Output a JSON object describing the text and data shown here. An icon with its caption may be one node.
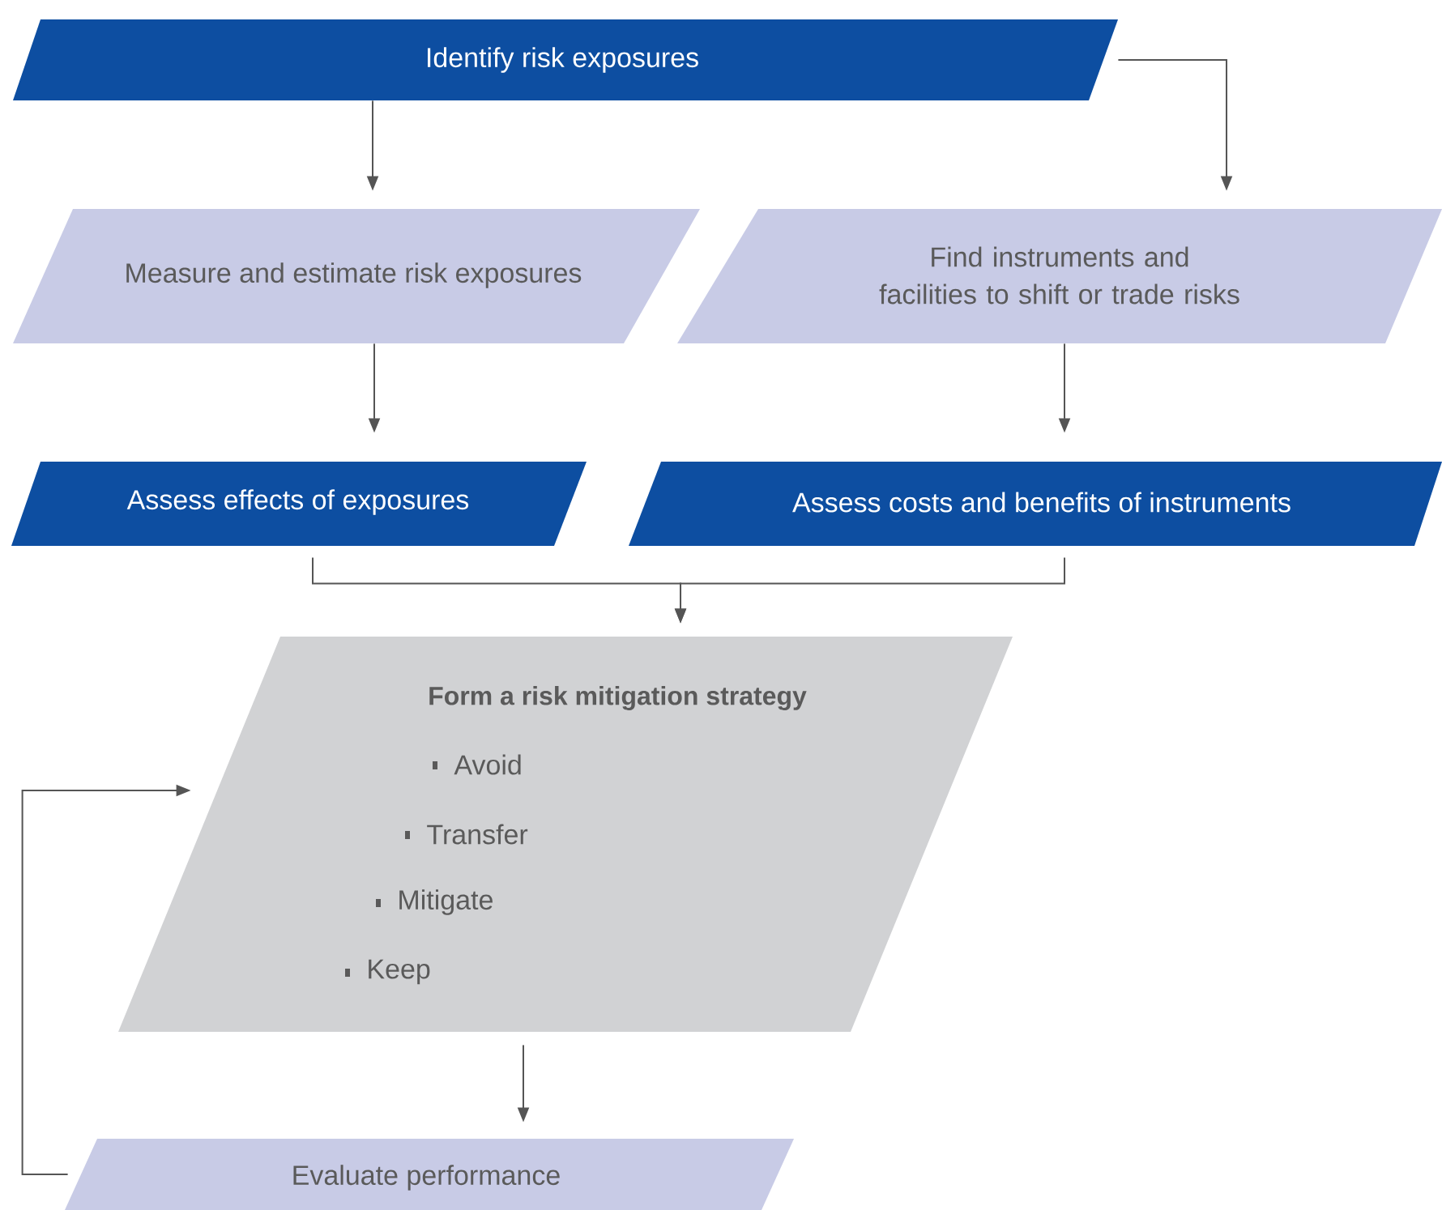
{
  "diagram": {
    "nodes": [
      {
        "text": [
          "Identify risk exposures"
        ]
      },
      {
        "text": [
          "Measure and estimate risk exposures"
        ]
      },
      {
        "text": [
          "Find instruments and facilities to shift or trade risks"
        ]
      },
      {
        "text": [
          "Assess effects of exposures"
        ]
      },
      {
        "text": [
          "Assess costs and benefits of instruments"
        ]
      },
      {
        "text": [
          "Form a risk mitigation strategy",
          "Avoid",
          "Transfer",
          "Mitigate",
          "Keep"
        ]
      },
      {
        "text": [
          "Evaluate performance"
        ]
      }
    ],
    "edges": [
      {
        "from": 0,
        "to": 1,
        "arrow": "to"
      },
      {
        "from": 0,
        "to": 2,
        "arrow": "to"
      },
      {
        "from": 1,
        "to": 3,
        "arrow": "to"
      },
      {
        "from": 2,
        "to": 4,
        "arrow": "to"
      },
      {
        "from": 3,
        "to": 5,
        "arrow": "to"
      },
      {
        "from": 4,
        "to": 5,
        "arrow": "to"
      },
      {
        "from": 5,
        "to": 6,
        "arrow": "to"
      },
      {
        "from": 6,
        "to": 5,
        "arrow": "to"
      }
    ]
  }
}
